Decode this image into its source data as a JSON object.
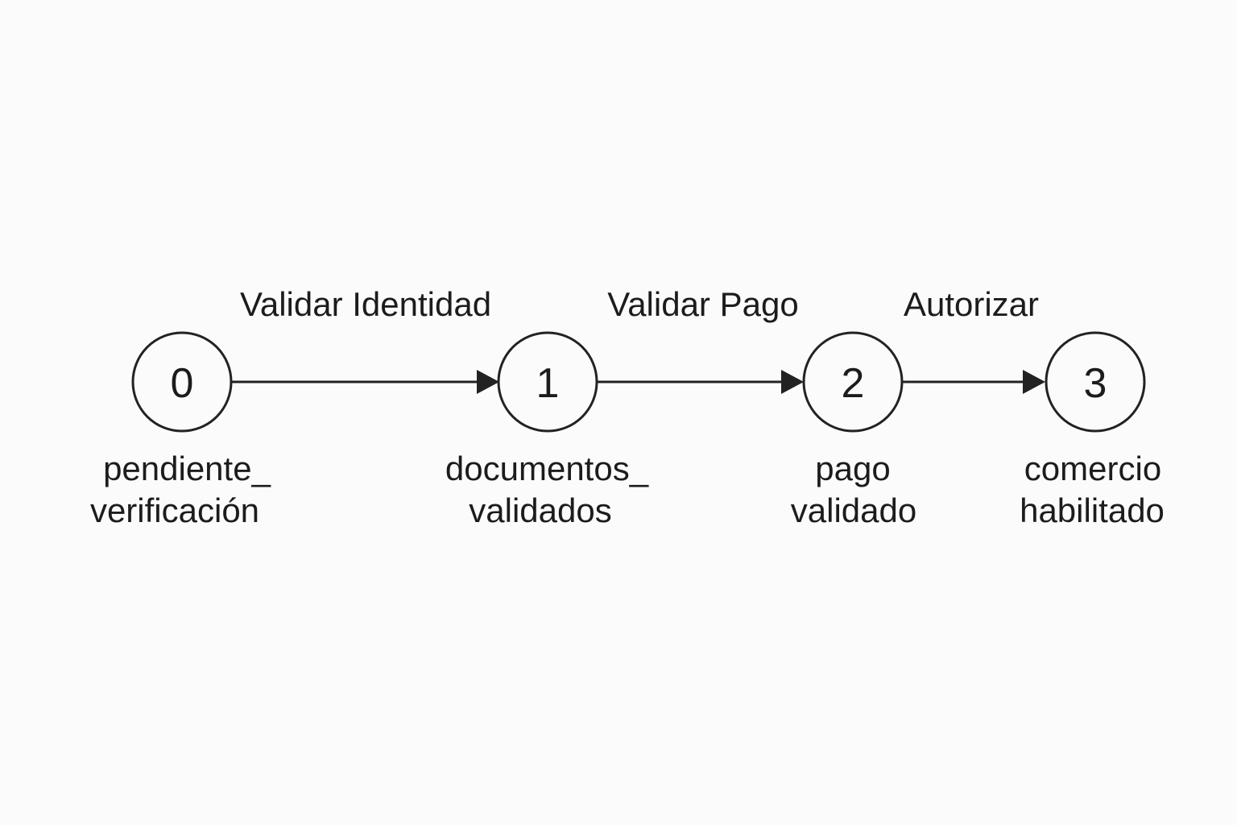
{
  "colors": {
    "background": "#fbfbfb",
    "stroke": "#222222",
    "text": "#1c1c1c"
  },
  "states": [
    {
      "number": "0",
      "label_line1": "pendiente_",
      "label_line2": "verificación"
    },
    {
      "number": "1",
      "label_line1": "documentos_",
      "label_line2": "validados"
    },
    {
      "number": "2",
      "label_line1": "pago",
      "label_line2": "validado"
    },
    {
      "number": "3",
      "label_line1": "comercio",
      "label_line2": "habilitado"
    }
  ],
  "transitions": [
    {
      "from": "0",
      "to": "1",
      "label": "Validar Identidad"
    },
    {
      "from": "1",
      "to": "2",
      "label": "Validar Pago"
    },
    {
      "from": "2",
      "to": "3",
      "label": "Autorizar"
    }
  ]
}
